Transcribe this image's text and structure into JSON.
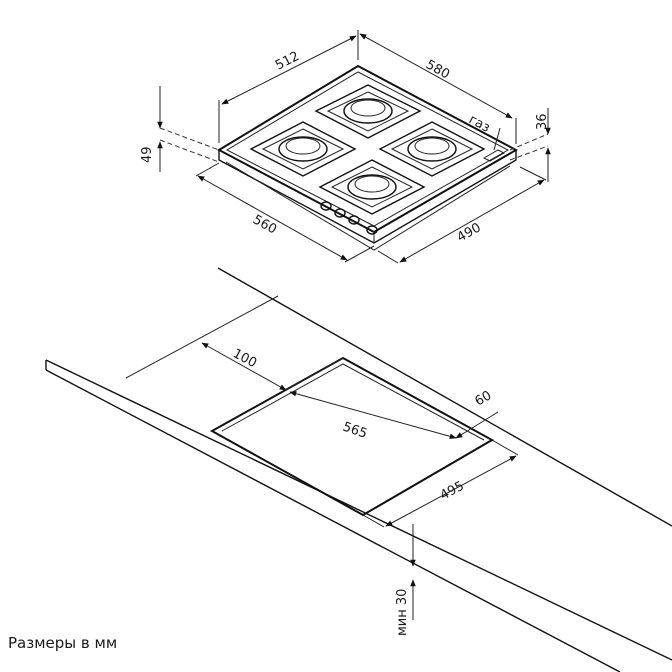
{
  "hob": {
    "dim_width_top": "512",
    "dim_depth_top": "580",
    "dim_height_left": "49",
    "dim_height_right": "36",
    "gas_label": "газ",
    "dim_width_front": "560",
    "dim_depth_front": "490"
  },
  "cutout": {
    "dim_back_offset": "100",
    "dim_cut_width": "565",
    "dim_front_offset": "60",
    "dim_cut_depth": "495",
    "dim_min_thickness": "мин 30"
  },
  "caption": "Размеры в мм"
}
